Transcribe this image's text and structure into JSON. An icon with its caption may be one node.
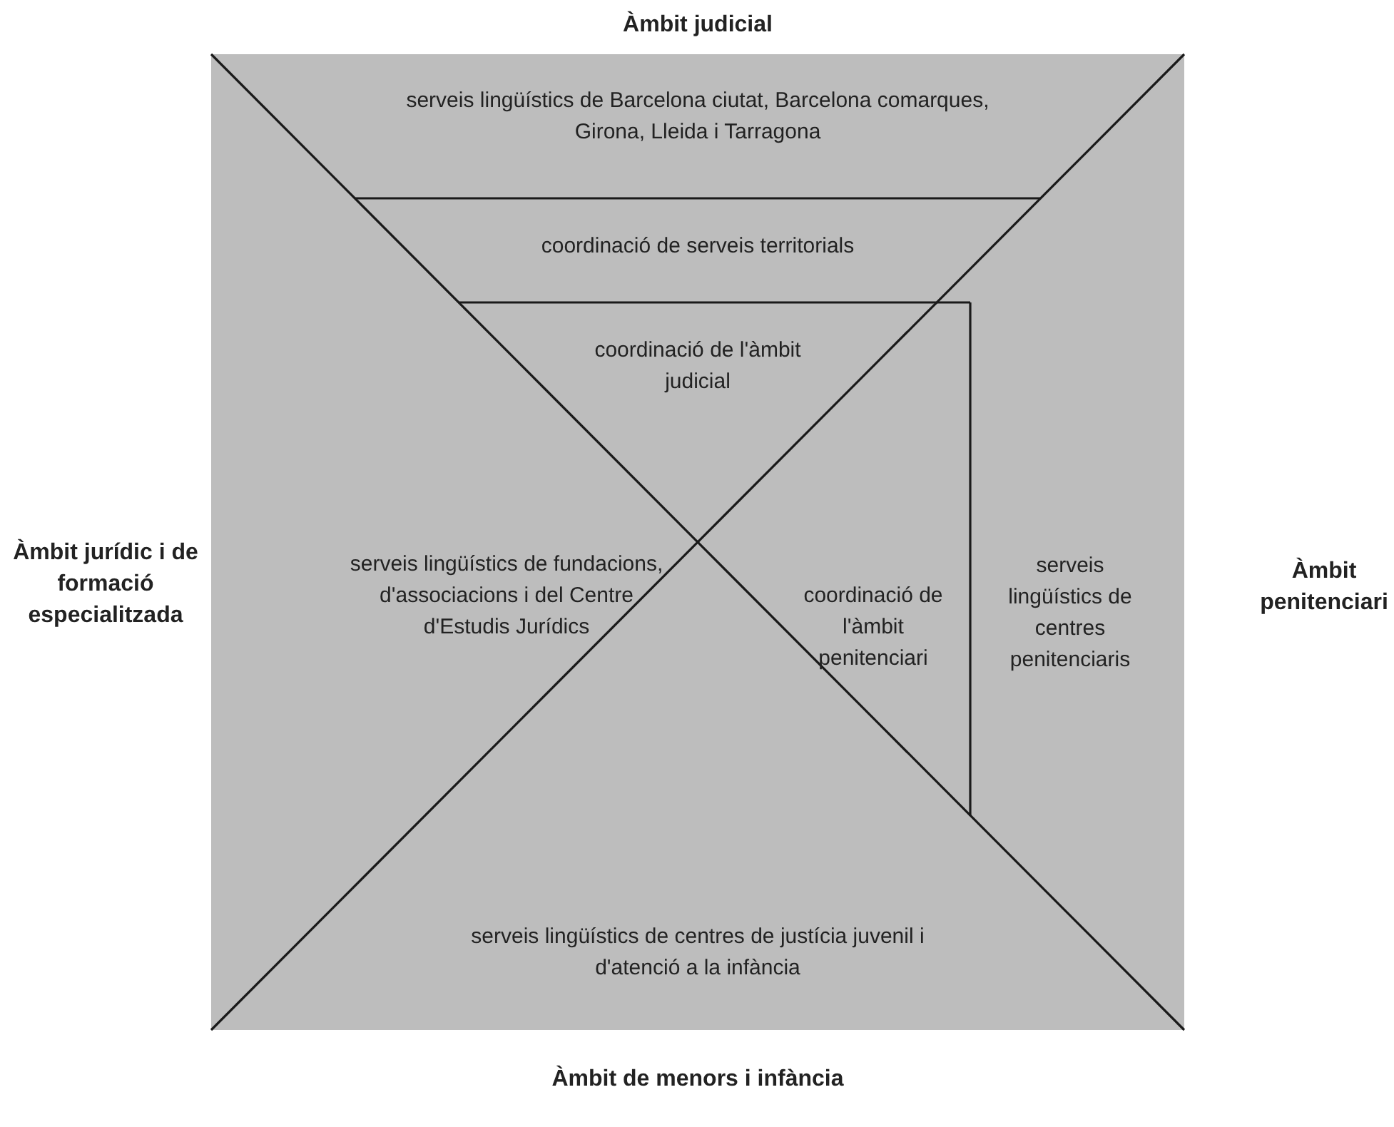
{
  "diagram": {
    "labels": [
      "Àmbit judicial",
      "serveis lingüístics de Barcelona ciutat, Barcelona comarques, Girona, Lleida i Tarragona",
      "coordinació de serveis territorials",
      "coordinació de l'àmbit judicial",
      "Àmbit jurídic i de formació especialitzada",
      "serveis lingüístics de fundacions, d'associacions i del Centre d'Estudis Jurídics",
      "coordinació de l'àmbit penitenciari",
      "serveis lingüístics de centres penitenciaris",
      "Àmbit penitenciari",
      "serveis lingüístics de centres de justícia juvenil i d'atenció a la infància",
      "Àmbit de menors i infància"
    ]
  }
}
